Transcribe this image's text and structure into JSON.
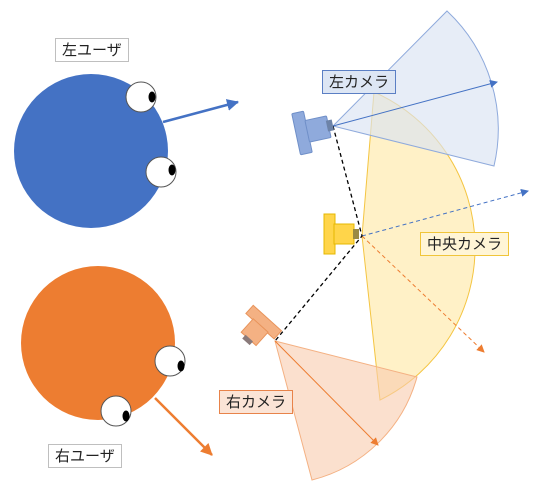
{
  "labels": {
    "left_user": "左ユーザ",
    "right_user": "右ユーザ",
    "left_camera": "左カメラ",
    "center_camera": "中央カメラ",
    "right_camera": "右カメラ"
  },
  "colors": {
    "left_user": "#4472c4",
    "right_user": "#ed7d31",
    "left_camera": "#8faadc",
    "center_camera": "#ffd966",
    "right_camera": "#f4b183",
    "baseline": "#000000"
  }
}
